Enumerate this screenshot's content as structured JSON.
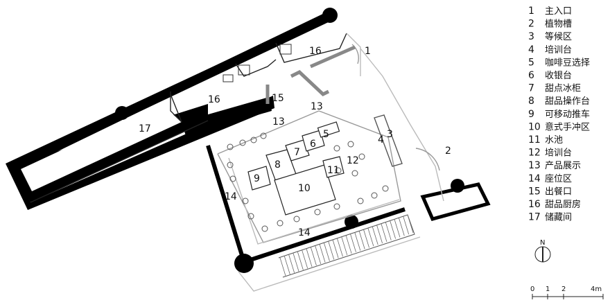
{
  "plan_labels": [
    {
      "id": "l1",
      "text": "1"
    },
    {
      "id": "l2",
      "text": "2"
    },
    {
      "id": "l3",
      "text": "3"
    },
    {
      "id": "l4",
      "text": "4"
    },
    {
      "id": "l5",
      "text": "5"
    },
    {
      "id": "l6",
      "text": "6"
    },
    {
      "id": "l7",
      "text": "7"
    },
    {
      "id": "l8",
      "text": "8"
    },
    {
      "id": "l9",
      "text": "9"
    },
    {
      "id": "l10",
      "text": "10"
    },
    {
      "id": "l11",
      "text": "11"
    },
    {
      "id": "l12",
      "text": "12"
    },
    {
      "id": "l13a",
      "text": "13"
    },
    {
      "id": "l13b",
      "text": "13"
    },
    {
      "id": "l14a",
      "text": "14"
    },
    {
      "id": "l14b",
      "text": "14"
    },
    {
      "id": "l15",
      "text": "15"
    },
    {
      "id": "l16a",
      "text": "16"
    },
    {
      "id": "l16b",
      "text": "16"
    },
    {
      "id": "l17",
      "text": "17"
    }
  ],
  "legend": [
    {
      "num": "1",
      "label": "主入口"
    },
    {
      "num": "2",
      "label": "植物槽"
    },
    {
      "num": "3",
      "label": "等候区"
    },
    {
      "num": "4",
      "label": "培训台"
    },
    {
      "num": "5",
      "label": "咖啡豆选择"
    },
    {
      "num": "6",
      "label": "收银台"
    },
    {
      "num": "7",
      "label": "甜点冰柜"
    },
    {
      "num": "8",
      "label": "甜品操作台"
    },
    {
      "num": "9",
      "label": "可移动推车"
    },
    {
      "num": "10",
      "label": "意式手冲区"
    },
    {
      "num": "11",
      "label": "水池"
    },
    {
      "num": "12",
      "label": "培训台"
    },
    {
      "num": "13",
      "label": "产品展示"
    },
    {
      "num": "14",
      "label": "座位区"
    },
    {
      "num": "15",
      "label": "出餐口"
    },
    {
      "num": "16",
      "label": "甜品厨房"
    },
    {
      "num": "17",
      "label": "储藏间"
    }
  ],
  "north": {
    "label": "N"
  },
  "scale": {
    "ticks": [
      "0",
      "1",
      "2",
      "4m"
    ]
  },
  "colors": {
    "wall": "#000000",
    "line": "#222222",
    "light": "#bbbbbb",
    "grey": "#888888"
  }
}
